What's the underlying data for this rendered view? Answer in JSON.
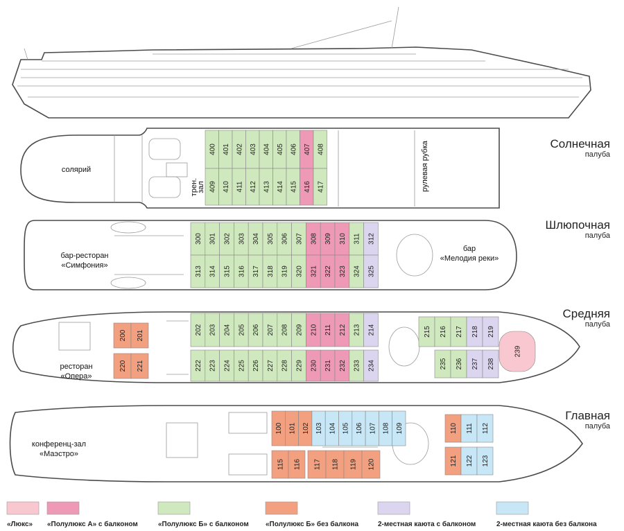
{
  "colors": {
    "lux": "#f8c7cf",
    "semi_a_balcony": "#ee9ab6",
    "semi_b_balcony": "#cfe8bd",
    "semi_b_no_balcony": "#f2a07f",
    "double_balcony": "#dcd5ef",
    "double_no_balcony": "#c7e6f6"
  },
  "decks": {
    "sun": {
      "title": "Солнечная",
      "sub": "палуба"
    },
    "boat": {
      "title": "Шлюпочная",
      "sub": "палуба"
    },
    "mid": {
      "title": "Средняя",
      "sub": "палуба"
    },
    "main": {
      "title": "Главная",
      "sub": "палуба"
    }
  },
  "rooms": {
    "solarium": "солярий",
    "gym_1": "трен.",
    "gym_2": "зал",
    "wheelhouse": "рулевая рубка",
    "bar_restaurant_1": "бар-ресторан",
    "bar_restaurant_2": "«Симфония»",
    "bar_1": "бар",
    "bar_2": "«Мелодия реки»",
    "restaurant_1": "ресторан",
    "restaurant_2": "«Опера»",
    "conference_1": "конференц-зал",
    "conference_2": "«Маэстро»"
  },
  "legend": [
    {
      "label": "«Люкс»",
      "color": "#f8c7cf"
    },
    {
      "label": "«Полулюкс А» с балконом",
      "color": "#ee9ab6"
    },
    {
      "label": "«Полулюкс Б» с балконом",
      "color": "#cfe8bd"
    },
    {
      "label": "«Полулюкс Б» без балкона",
      "color": "#f2a07f"
    },
    {
      "label": "2-местная каюта с балконом",
      "color": "#dcd5ef"
    },
    {
      "label": "2-местная каюта без балкона",
      "color": "#c7e6f6"
    }
  ],
  "cabins": {
    "sun_top": [
      [
        "400",
        "g"
      ],
      [
        "401",
        "g"
      ],
      [
        "402",
        "g"
      ],
      [
        "403",
        "g"
      ],
      [
        "404",
        "g"
      ],
      [
        "405",
        "g"
      ],
      [
        "406",
        "g"
      ],
      [
        "407",
        "p"
      ],
      [
        "408",
        "g"
      ]
    ],
    "sun_bottom": [
      [
        "409",
        "g"
      ],
      [
        "410",
        "g"
      ],
      [
        "411",
        "g"
      ],
      [
        "412",
        "g"
      ],
      [
        "413",
        "g"
      ],
      [
        "414",
        "g"
      ],
      [
        "415",
        "g"
      ],
      [
        "416",
        "p"
      ],
      [
        "417",
        "g"
      ]
    ],
    "boat_top": [
      [
        "300",
        "g"
      ],
      [
        "301",
        "g"
      ],
      [
        "302",
        "g"
      ],
      [
        "303",
        "g"
      ],
      [
        "304",
        "g"
      ],
      [
        "305",
        "g"
      ],
      [
        "306",
        "g"
      ],
      [
        "307",
        "g"
      ],
      [
        "308",
        "p"
      ],
      [
        "309",
        "p"
      ],
      [
        "310",
        "p"
      ],
      [
        "311",
        "g"
      ],
      [
        "312",
        "v"
      ]
    ],
    "boat_bottom": [
      [
        "313",
        "g"
      ],
      [
        "314",
        "g"
      ],
      [
        "315",
        "g"
      ],
      [
        "316",
        "g"
      ],
      [
        "317",
        "g"
      ],
      [
        "318",
        "g"
      ],
      [
        "319",
        "g"
      ],
      [
        "320",
        "g"
      ],
      [
        "321",
        "p"
      ],
      [
        "322",
        "p"
      ],
      [
        "323",
        "p"
      ],
      [
        "324",
        "g"
      ],
      [
        "325",
        "v"
      ]
    ],
    "mid_fore_top": [
      [
        "200",
        "o"
      ],
      [
        "201",
        "o"
      ]
    ],
    "mid_fore_bottom": [
      [
        "220",
        "o"
      ],
      [
        "221",
        "o"
      ]
    ],
    "mid_top": [
      [
        "202",
        "g"
      ],
      [
        "203",
        "g"
      ],
      [
        "204",
        "g"
      ],
      [
        "205",
        "g"
      ],
      [
        "206",
        "g"
      ],
      [
        "207",
        "g"
      ],
      [
        "208",
        "g"
      ],
      [
        "209",
        "g"
      ],
      [
        "210",
        "p"
      ],
      [
        "211",
        "p"
      ],
      [
        "212",
        "p"
      ],
      [
        "213",
        "g"
      ],
      [
        "214",
        "v"
      ]
    ],
    "mid_bottom": [
      [
        "222",
        "g"
      ],
      [
        "223",
        "g"
      ],
      [
        "224",
        "g"
      ],
      [
        "225",
        "g"
      ],
      [
        "226",
        "g"
      ],
      [
        "227",
        "g"
      ],
      [
        "228",
        "g"
      ],
      [
        "229",
        "g"
      ],
      [
        "230",
        "p"
      ],
      [
        "231",
        "p"
      ],
      [
        "232",
        "p"
      ],
      [
        "233",
        "g"
      ],
      [
        "234",
        "v"
      ]
    ],
    "mid_aft_top": [
      [
        "215",
        "g"
      ],
      [
        "216",
        "g"
      ],
      [
        "217",
        "g"
      ],
      [
        "218",
        "v"
      ],
      [
        "219",
        "v"
      ]
    ],
    "mid_aft_bottom": [
      [
        "235",
        "g"
      ],
      [
        "236",
        "g"
      ],
      [
        "237",
        "v"
      ],
      [
        "238",
        "v"
      ]
    ],
    "mid_lux": [
      [
        "239",
        "l"
      ]
    ],
    "main_top": [
      [
        "100",
        "o"
      ],
      [
        "101",
        "o"
      ],
      [
        "102",
        "o"
      ],
      [
        "103",
        "b"
      ],
      [
        "104",
        "b"
      ],
      [
        "105",
        "b"
      ],
      [
        "106",
        "b"
      ],
      [
        "107",
        "b"
      ],
      [
        "108",
        "b"
      ],
      [
        "109",
        "b"
      ]
    ],
    "main_bottom_a": [
      [
        "115",
        "o"
      ],
      [
        "116",
        "o"
      ]
    ],
    "main_bottom_b": [
      [
        "117",
        "o"
      ],
      [
        "118",
        "o"
      ],
      [
        "119",
        "o"
      ],
      [
        "120",
        "o"
      ]
    ],
    "main_aft_top": [
      [
        "110",
        "o"
      ],
      [
        "111",
        "b"
      ],
      [
        "112",
        "b"
      ]
    ],
    "main_aft_bottom": [
      [
        "121",
        "o"
      ],
      [
        "122",
        "b"
      ],
      [
        "123",
        "b"
      ]
    ]
  }
}
